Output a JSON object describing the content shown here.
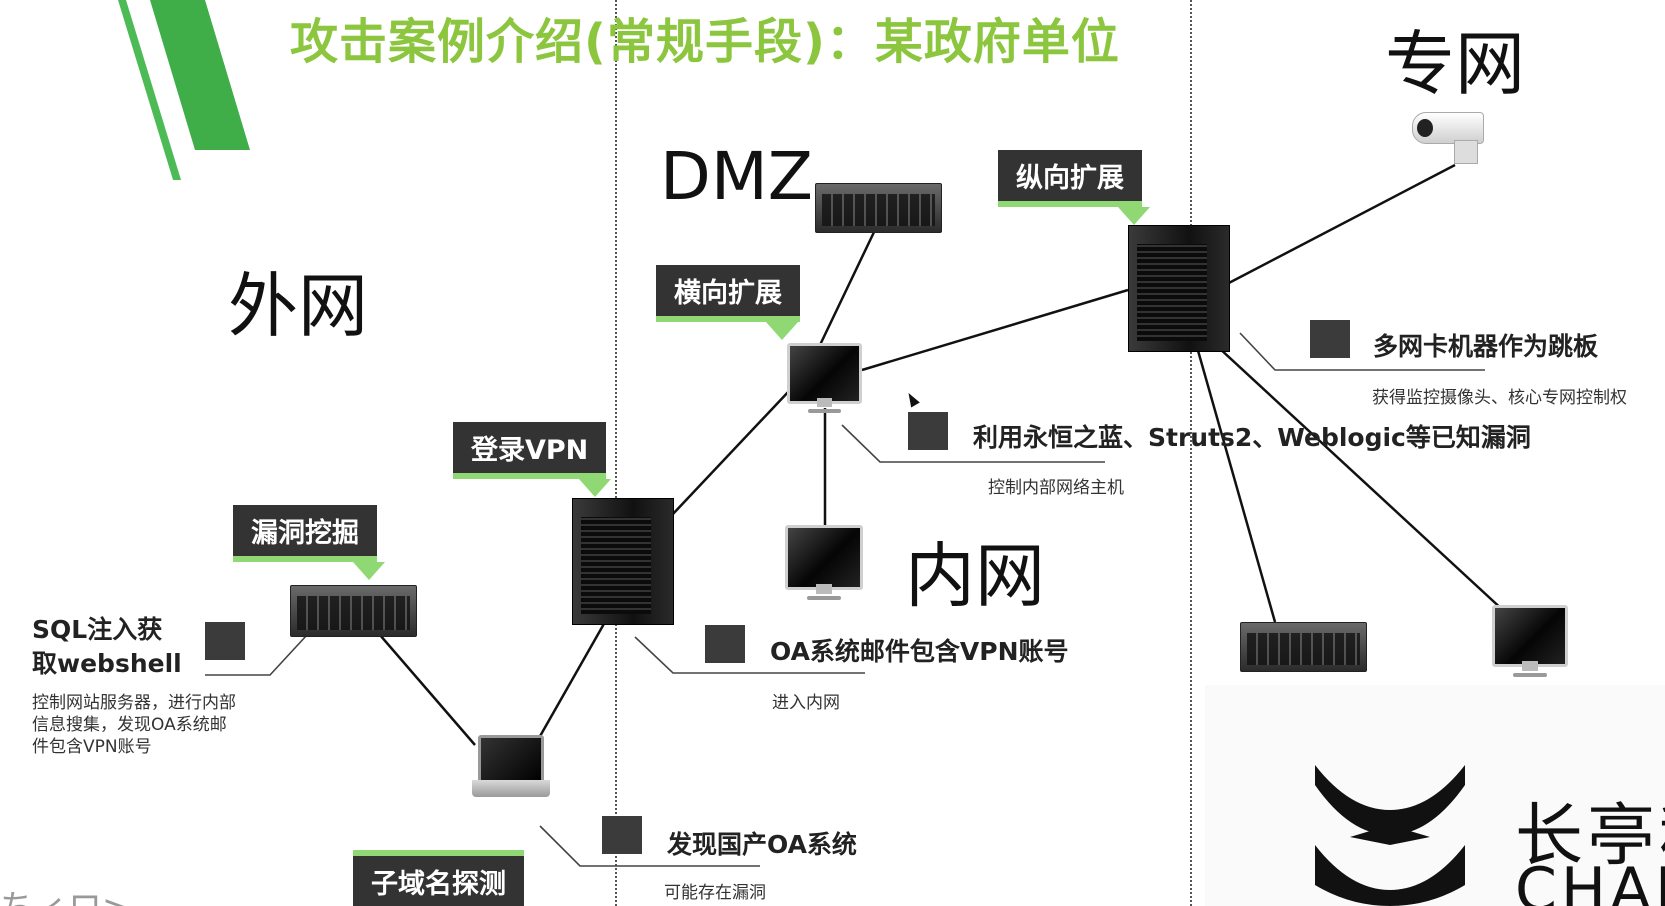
{
  "title": "攻击案例介绍(常规手段)：某政府单位",
  "zones": {
    "dmz": "DMZ",
    "external": "外网",
    "internal": "内网",
    "private": "专网"
  },
  "tags": {
    "vertical": "纵向扩展",
    "horizontal": "横向扩展",
    "vpn_login": "登录VPN",
    "vuln_mining": "漏洞挖掘",
    "subdomain": "子域名探测"
  },
  "notes": {
    "multi_nic": "多网卡机器作为跳板",
    "multi_nic_sub": "获得监控摄像头、核心专网控制权",
    "exploits": "利用永恒之蓝、Struts2、Weblogic等已知漏洞",
    "exploits_sub": "控制内部网络主机",
    "sql_line1": "SQL注入获",
    "sql_line2": "取webshell",
    "sql_sub1": "控制网站服务器，进行内部",
    "sql_sub2": "信息搜集，发现OA系统邮",
    "sql_sub3": "件包含VPN账号",
    "oa_mail": "OA系统邮件包含VPN账号",
    "oa_mail_sub": "进入内网",
    "oa_found": "发现国产OA系统",
    "oa_found_sub": "可能存在漏洞"
  },
  "logo": {
    "line1": "长亭科技",
    "line2": "CHAITIN"
  },
  "corner_text": "ちィロ>",
  "colors": {
    "title_green": "#8cc63f",
    "tag_bg": "#333333",
    "tag_accent": "#8fd873",
    "deco_green": "#3fae49"
  }
}
